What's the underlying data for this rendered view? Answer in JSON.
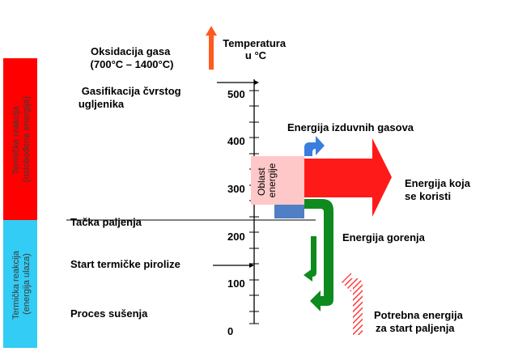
{
  "side_bands": {
    "top": {
      "line1": "Termička reakcija",
      "line2": "(oslobođena energija)",
      "color": "#ff0000"
    },
    "bottom": {
      "line1": "Termička reakcija",
      "line2": "(energija ulaza)",
      "color": "#33ccf5"
    }
  },
  "axis": {
    "title_line1": "Temperatura",
    "title_line2": "u °C",
    "ticks": [
      "500",
      "400",
      "300",
      "200",
      "100",
      "0"
    ],
    "arrow_color": "#ff5a1f"
  },
  "stage_labels": {
    "oxidation_line1": "Oksidacija gasa",
    "oxidation_line2": "(700°C – 1400°C)",
    "gasification_line1": "Gasifikacija čvrstog",
    "gasification_line2": "ugljenika",
    "ignition_point": "Tačka paljenja",
    "pyrolysis_start": "Start termičke pirolize",
    "drying": "Proces sušenja"
  },
  "energy_zone": {
    "line1": "Oblast",
    "line2": "energije",
    "fill": "#ffc8c8",
    "base_fill": "#4f7fc4"
  },
  "flows": {
    "exhaust": "Energija izduvnih gasova",
    "useful_line1": "Energija koja",
    "useful_line2": "se koristi",
    "combustion": "Energija gorenja",
    "start_line1": "Potrebna energija",
    "start_line2": "za start paljenja",
    "exhaust_color": "#3a7de0",
    "useful_color": "#ff1a1a",
    "combustion_color": "#0f8a1f",
    "start_color": "#ff3a3a"
  }
}
